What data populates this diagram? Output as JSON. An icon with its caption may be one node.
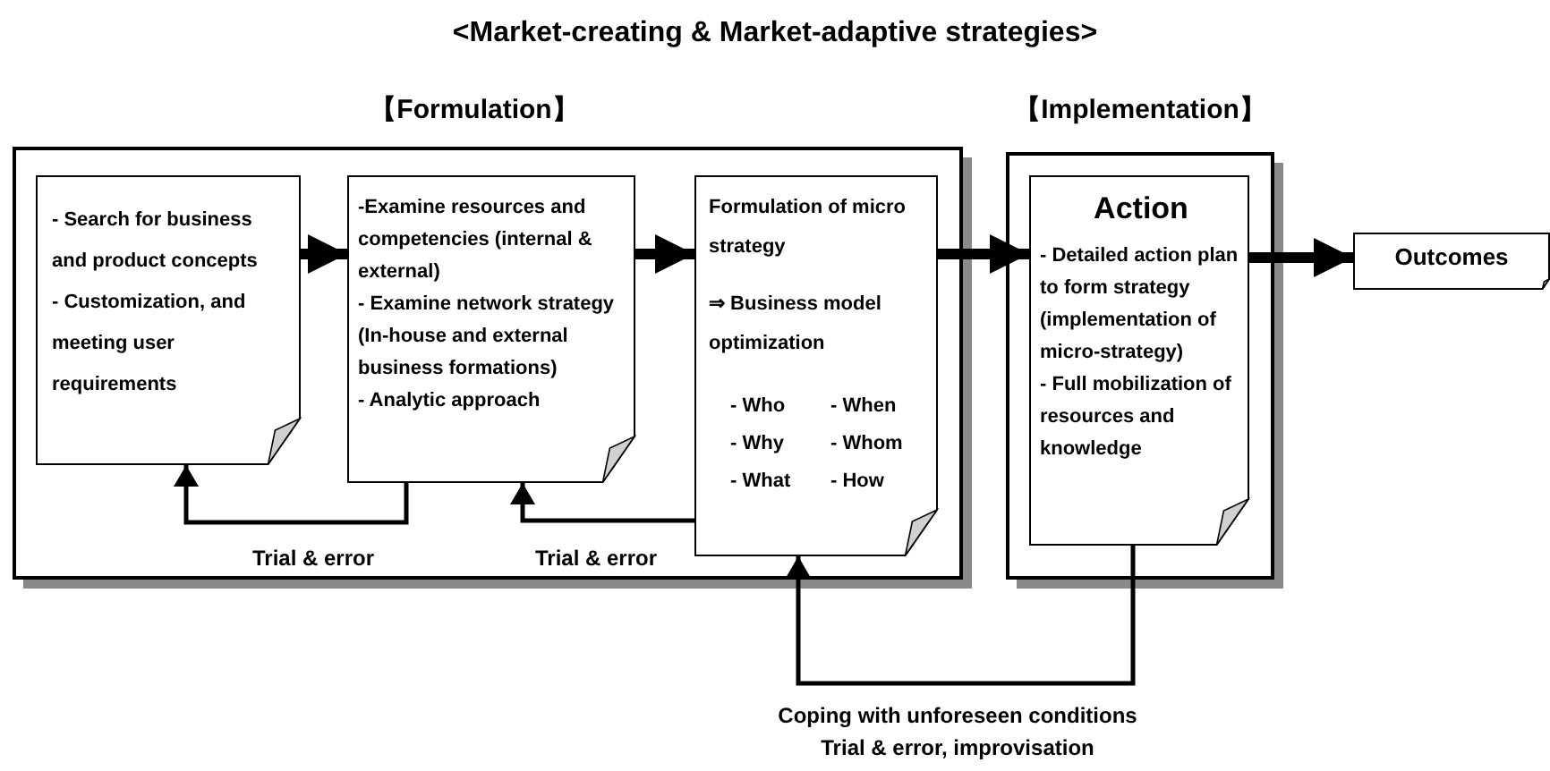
{
  "diagram": {
    "title": "<Market-creating & Market-adaptive strategies>",
    "nodes": [
      {
        "text": [
          "【Formulation】"
        ]
      },
      {
        "text": [
          "- Search for business and product concepts",
          "- Customization, and meeting user requirements"
        ],
        "in": 0
      },
      {
        "text": [
          "-Examine resources and competencies (internal & external)",
          "- Examine network strategy (In-house and external business formations)",
          "- Analytic approach"
        ],
        "in": 0
      },
      {
        "text": [
          "Formulation of micro strategy",
          "⇒ Business model optimization",
          "- Who",
          "- When",
          "- Why",
          "- Whom",
          "- What",
          "- How"
        ],
        "in": 0
      },
      {
        "text": [
          "【Implementation】"
        ]
      },
      {
        "text": [
          "Action",
          "- Detailed action plan to form strategy (implementation of micro-strategy)",
          "- Full mobilization of resources and knowledge"
        ],
        "in": 4
      },
      {
        "text": [
          "Outcomes"
        ]
      }
    ],
    "edges": [
      {
        "from": 1,
        "to": 2,
        "arrow": "to"
      },
      {
        "from": 2,
        "to": 3,
        "arrow": "to"
      },
      {
        "from": 3,
        "to": 5,
        "arrow": "to"
      },
      {
        "from": 5,
        "to": 6,
        "arrow": "to"
      },
      {
        "from": 2,
        "to": 1,
        "arrow": "to",
        "label": "Trial & error"
      },
      {
        "from": 3,
        "to": 2,
        "arrow": "to",
        "label": "Trial & error"
      },
      {
        "from": 5,
        "to": 3,
        "arrow": "to",
        "label": "Coping with unforeseen conditions"
      }
    ],
    "labels": [
      "Trial & error, improvisation"
    ]
  }
}
